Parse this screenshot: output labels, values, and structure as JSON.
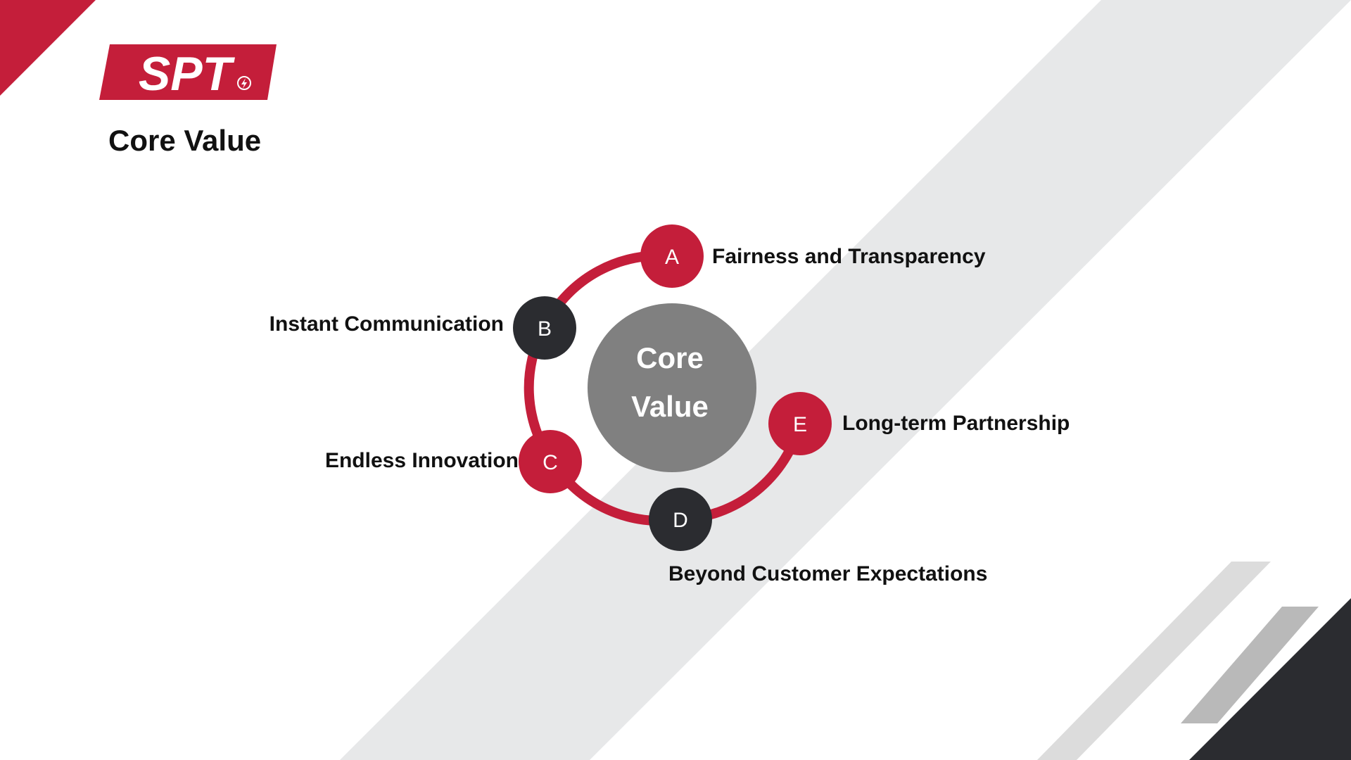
{
  "brand": {
    "logo_text": "SPT",
    "accent_color": "#c41e3a",
    "dark_color": "#2b2c30",
    "light_gray": "#e7e8e9",
    "center_gray": "#808080"
  },
  "slide": {
    "title": "Core Value"
  },
  "diagram": {
    "center_line1": "Core",
    "center_line2": "Value",
    "nodes": [
      {
        "letter": "A",
        "label": "Fairness and Transparency",
        "color": "#c41e3a"
      },
      {
        "letter": "B",
        "label": "Instant Communication",
        "color": "#2b2c30"
      },
      {
        "letter": "C",
        "label": "Endless Innovation",
        "color": "#c41e3a"
      },
      {
        "letter": "D",
        "label": "Beyond Customer Expectations",
        "color": "#2b2c30"
      },
      {
        "letter": "E",
        "label": "Long-term Partnership",
        "color": "#c41e3a"
      }
    ]
  }
}
